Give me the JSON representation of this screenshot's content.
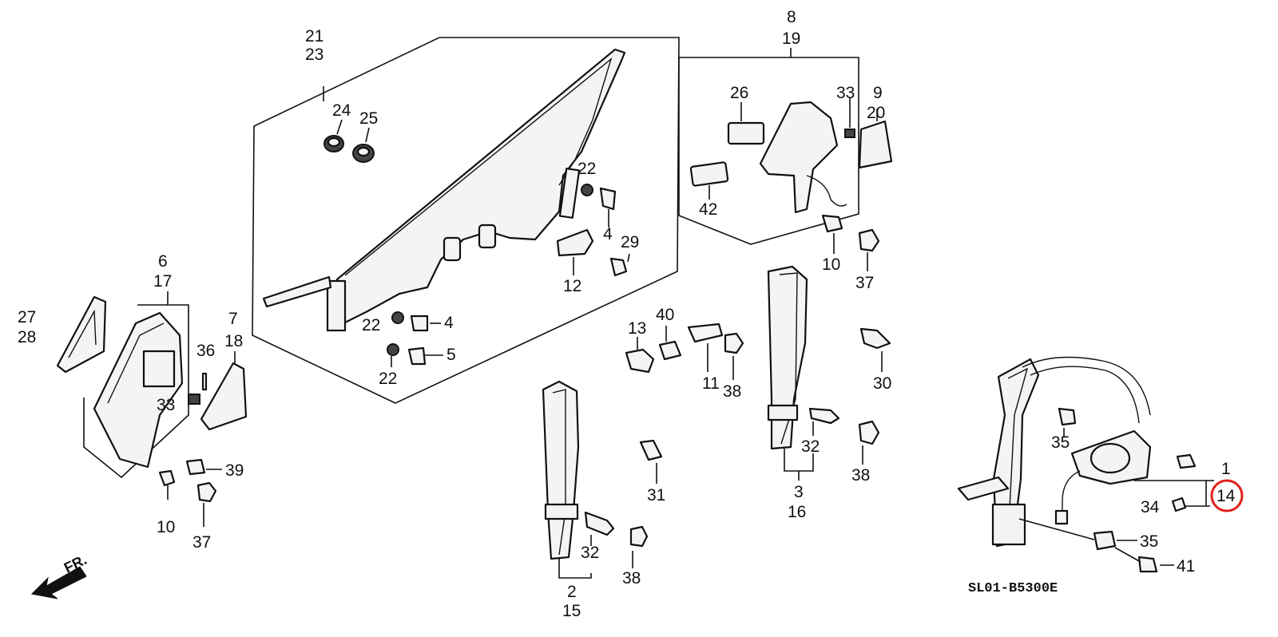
{
  "diagram": {
    "code": "SL01-B5300E",
    "direction_label": "FR.",
    "highlight_color": "#e0201c",
    "highlighted_part": "14",
    "labels": {
      "p1": "1",
      "p2": "2",
      "p3": "3",
      "p4a": "4",
      "p4b": "4",
      "p5": "5",
      "p6": "6",
      "p7": "7",
      "p8": "8",
      "p9": "9",
      "p10a": "10",
      "p10b": "10",
      "p11": "11",
      "p12": "12",
      "p13": "13",
      "p14": "14",
      "p15": "15",
      "p16": "16",
      "p17": "17",
      "p18": "18",
      "p19": "19",
      "p20": "20",
      "p21": "21",
      "p22a": "22",
      "p22b": "22",
      "p22c": "22",
      "p23": "23",
      "p24": "24",
      "p25": "25",
      "p26": "26",
      "p27": "27",
      "p28": "28",
      "p29": "29",
      "p30": "30",
      "p31": "31",
      "p32a": "32",
      "p32b": "32",
      "p33a": "33",
      "p33b": "33",
      "p34": "34",
      "p35a": "35",
      "p35b": "35",
      "p36": "36",
      "p37a": "37",
      "p37b": "37",
      "p38a": "38",
      "p38b": "38",
      "p38c": "38",
      "p39": "39",
      "p40": "40",
      "p41": "41",
      "p42": "42"
    }
  }
}
